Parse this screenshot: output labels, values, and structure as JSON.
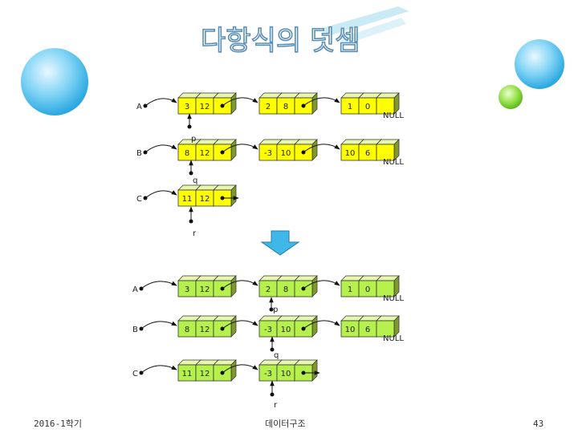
{
  "title": "다항식의 덧셈",
  "footer": {
    "semester": "2016-1학기",
    "course": "데이터구조",
    "page": "43"
  },
  "colors": {
    "cell_fill": "#ffff00",
    "cell_fill_after": "#b6f04c",
    "arrow_fill": "#3fb8e8"
  },
  "before": {
    "lists": [
      {
        "label": "A",
        "nodes": [
          [
            "3",
            "12"
          ],
          [
            "2",
            "8"
          ],
          [
            "1",
            "0"
          ]
        ],
        "null_label": "NULL"
      },
      {
        "label": "B",
        "nodes": [
          [
            "8",
            "12"
          ],
          [
            "-3",
            "10"
          ],
          [
            "10",
            "6"
          ]
        ],
        "null_label": "NULL"
      },
      {
        "label": "C",
        "nodes": [
          [
            "11",
            "12"
          ]
        ]
      }
    ],
    "pointers": [
      "p",
      "q",
      "r"
    ]
  },
  "after": {
    "lists": [
      {
        "label": "A",
        "nodes": [
          [
            "3",
            "12"
          ],
          [
            "2",
            "8"
          ],
          [
            "1",
            "0"
          ]
        ],
        "null_label": "NULL"
      },
      {
        "label": "B",
        "nodes": [
          [
            "8",
            "12"
          ],
          [
            "-3",
            "10"
          ],
          [
            "10",
            "6"
          ]
        ],
        "null_label": "NULL"
      },
      {
        "label": "C",
        "nodes": [
          [
            "11",
            "12"
          ],
          [
            "-3",
            "10"
          ]
        ]
      }
    ],
    "pointers": [
      "p",
      "q",
      "r"
    ]
  }
}
